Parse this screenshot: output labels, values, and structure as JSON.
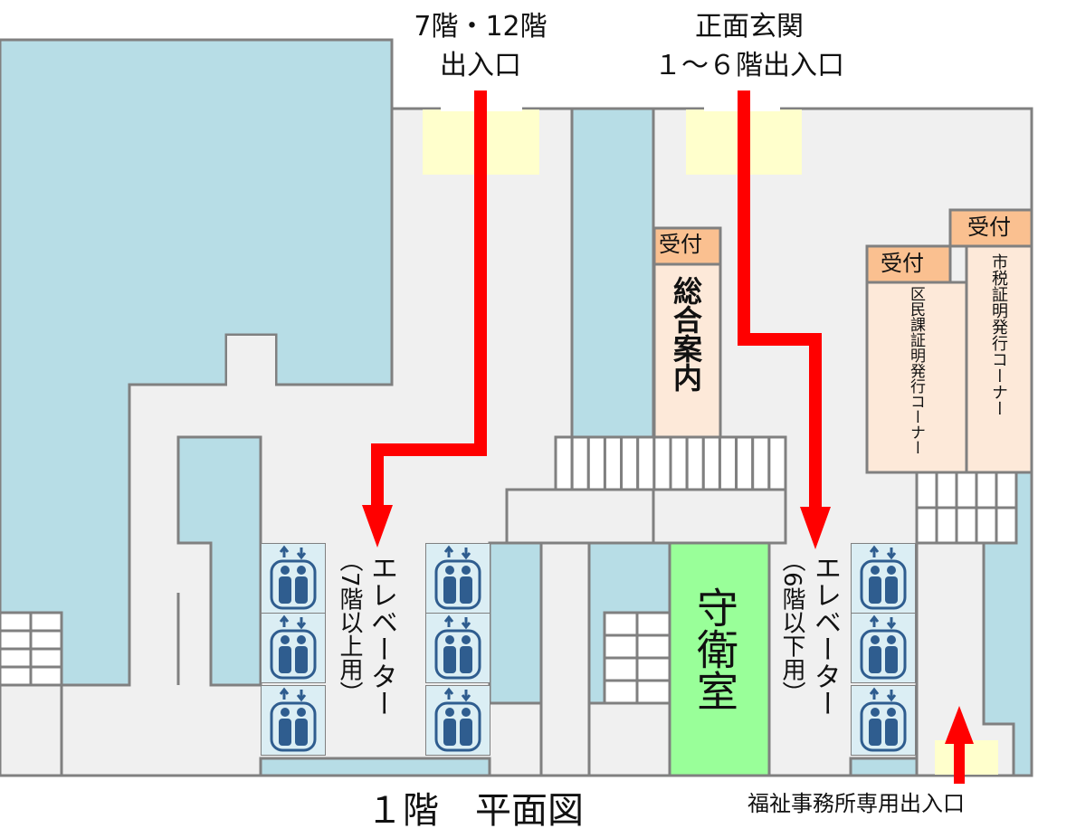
{
  "title": "１階　平面図",
  "entrances": {
    "upper_floors": {
      "line1": "7階・12階",
      "line2": "出入口"
    },
    "main": {
      "line1": "正面玄関",
      "line2": "１～６階出入口"
    },
    "welfare": "福祉事務所専用出入口"
  },
  "rooms": {
    "info_reception": "受付",
    "info": "総合案内",
    "ward_reception": "受付",
    "ward_corner": "区民課証明発行コーナー",
    "tax_reception": "受付",
    "tax_corner": "市税証明発行コーナー",
    "guard": "守衛室"
  },
  "elevators": {
    "left": {
      "label": "エレベーター",
      "note": "（7階以上用）"
    },
    "right": {
      "label": "エレベーター",
      "note": "（6階以下用）"
    }
  },
  "colors": {
    "floor": "#f0f0f0",
    "room_blue": "#b7dde6",
    "elevator_cell": "#dbeef4",
    "entrance_yellow": "#ffffcc",
    "reception": "#fac090",
    "counter": "#fde9d9",
    "guard": "#99ff99",
    "route": "#ff0000",
    "wall": "#808080"
  }
}
